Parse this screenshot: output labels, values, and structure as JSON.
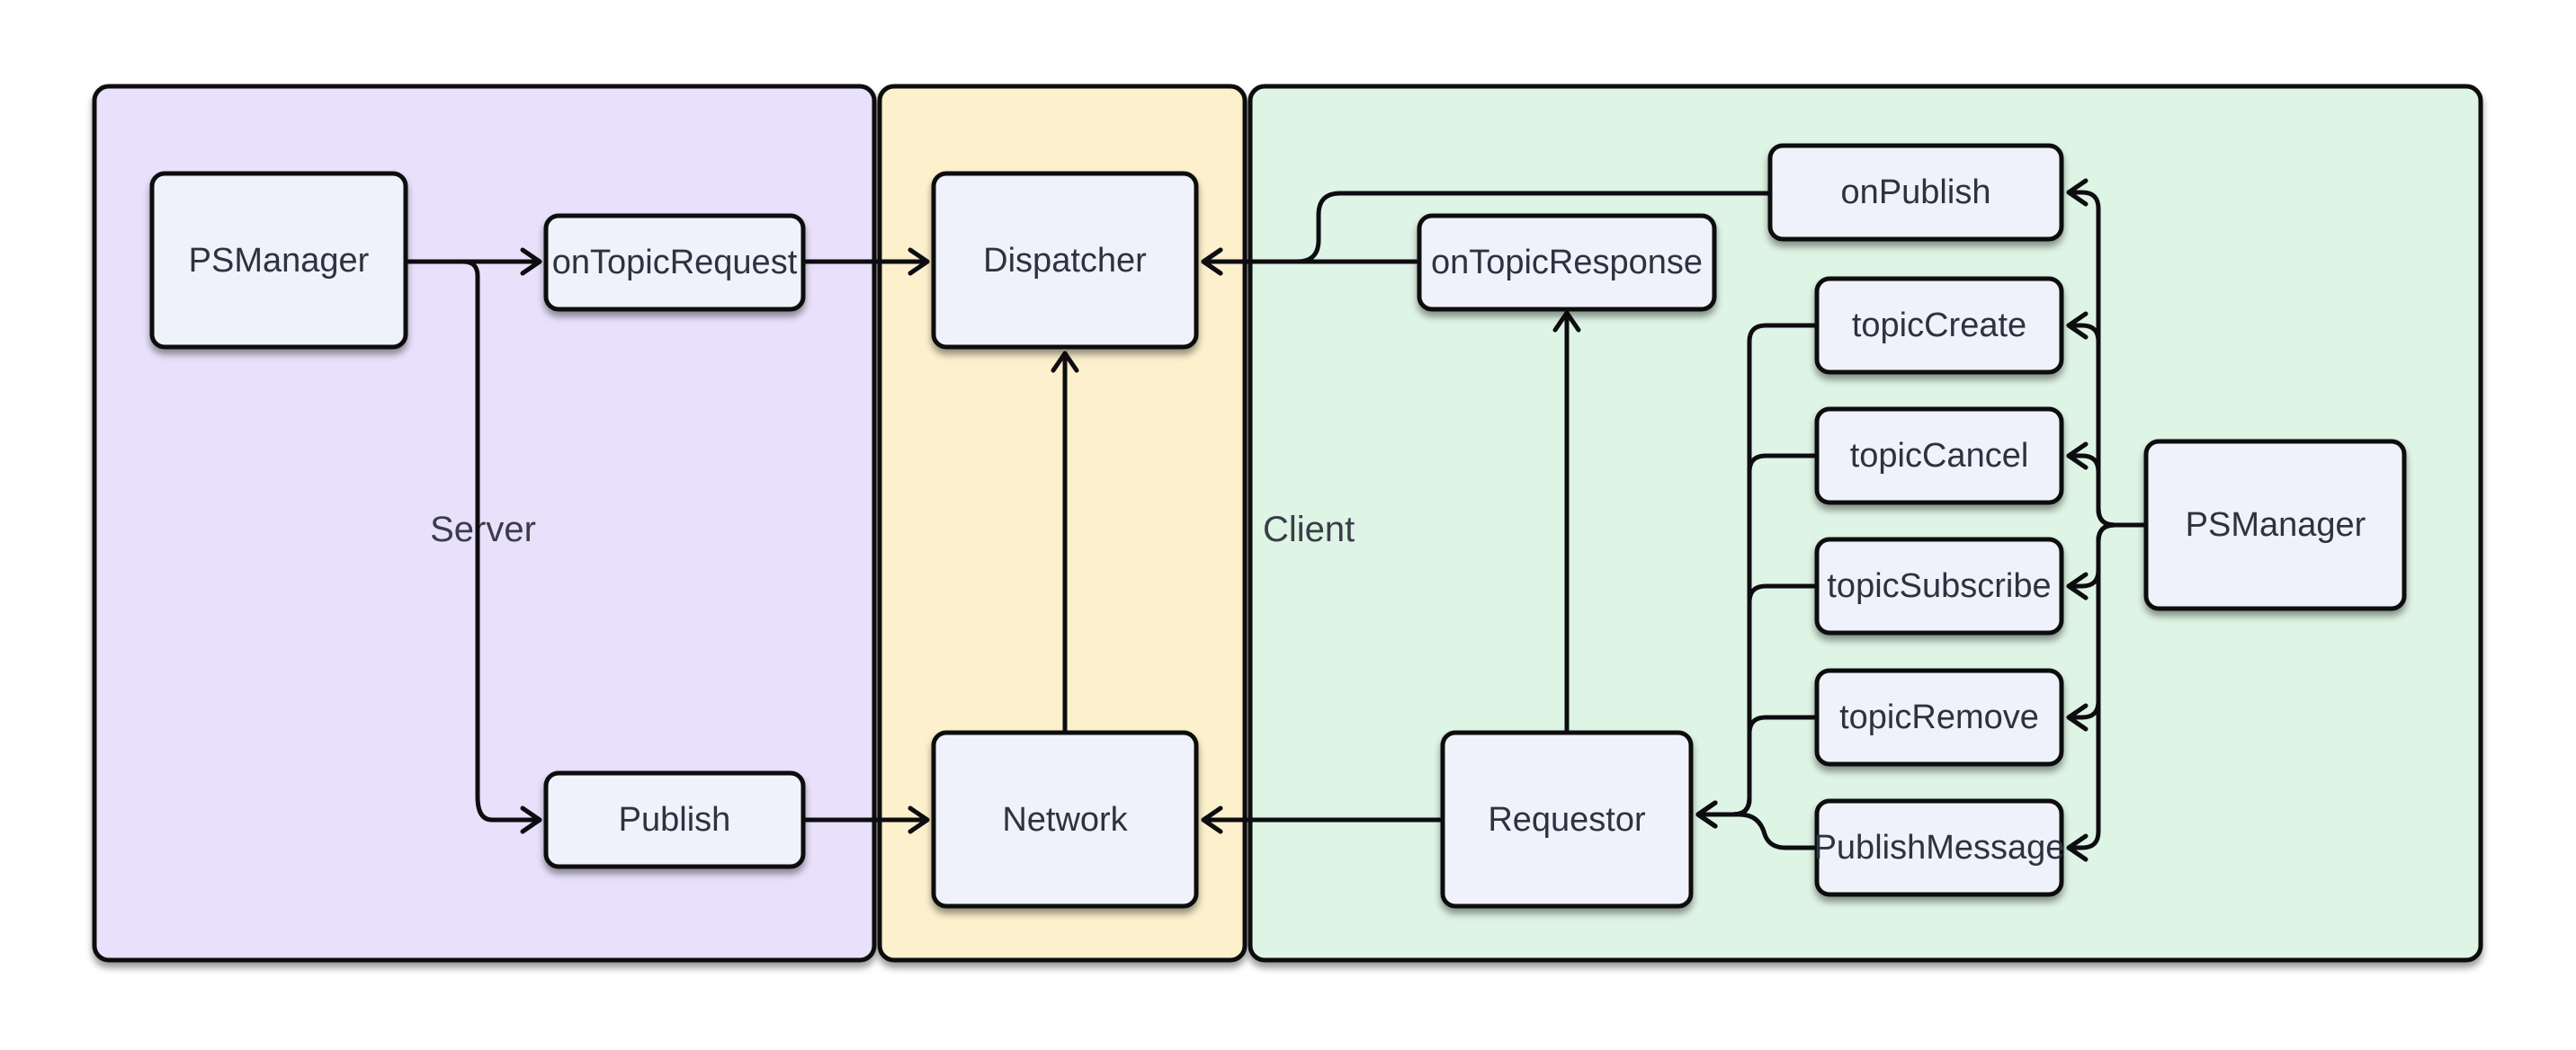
{
  "diagram": {
    "type": "flowchart",
    "groups": [
      {
        "id": "server",
        "label": "Server"
      },
      {
        "id": "transport",
        "label": ""
      },
      {
        "id": "client",
        "label": "Client"
      }
    ],
    "nodes": [
      {
        "id": "psmanager-server",
        "label": "PSManager",
        "group": "server"
      },
      {
        "id": "ontopicrequest",
        "label": "onTopicRequest",
        "group": "server"
      },
      {
        "id": "publish",
        "label": "Publish",
        "group": "server"
      },
      {
        "id": "dispatcher",
        "label": "Dispatcher",
        "group": "transport"
      },
      {
        "id": "network",
        "label": "Network",
        "group": "transport"
      },
      {
        "id": "ontopicresponse",
        "label": "onTopicResponse",
        "group": "client"
      },
      {
        "id": "onpublish",
        "label": "onPublish",
        "group": "client"
      },
      {
        "id": "topiccreate",
        "label": "topicCreate",
        "group": "client"
      },
      {
        "id": "topiccancel",
        "label": "topicCancel",
        "group": "client"
      },
      {
        "id": "topicsubscribe",
        "label": "topicSubscribe",
        "group": "client"
      },
      {
        "id": "topicremove",
        "label": "topicRemove",
        "group": "client"
      },
      {
        "id": "publishmessage",
        "label": "PublishMessage",
        "group": "client"
      },
      {
        "id": "requestor",
        "label": "Requestor",
        "group": "client"
      },
      {
        "id": "psmanager-client",
        "label": "PSManager",
        "group": "client"
      }
    ],
    "edges": [
      {
        "from": "psmanager-server",
        "to": "ontopicrequest"
      },
      {
        "from": "psmanager-server",
        "to": "publish"
      },
      {
        "from": "ontopicrequest",
        "to": "dispatcher"
      },
      {
        "from": "publish",
        "to": "network"
      },
      {
        "from": "network",
        "to": "dispatcher"
      },
      {
        "from": "ontopicresponse",
        "to": "dispatcher"
      },
      {
        "from": "onpublish",
        "to": "dispatcher"
      },
      {
        "from": "requestor",
        "to": "network"
      },
      {
        "from": "requestor",
        "to": "ontopicresponse"
      },
      {
        "from": "topiccreate",
        "to": "requestor"
      },
      {
        "from": "topiccancel",
        "to": "requestor"
      },
      {
        "from": "topicsubscribe",
        "to": "requestor"
      },
      {
        "from": "topicremove",
        "to": "requestor"
      },
      {
        "from": "publishmessage",
        "to": "requestor"
      },
      {
        "from": "psmanager-client",
        "to": "onpublish"
      },
      {
        "from": "psmanager-client",
        "to": "topiccreate"
      },
      {
        "from": "psmanager-client",
        "to": "topiccancel"
      },
      {
        "from": "psmanager-client",
        "to": "topicsubscribe"
      },
      {
        "from": "psmanager-client",
        "to": "topicremove"
      },
      {
        "from": "psmanager-client",
        "to": "publishmessage"
      }
    ],
    "colors": {
      "server-fill": "#E9E1FC",
      "middle-fill": "#FCF0CD",
      "client-fill": "#DEF4E4",
      "node-fill": "#EFF2FB",
      "line": "#0D0D11",
      "text": "#2E3240",
      "label": "#3A3D49"
    }
  }
}
